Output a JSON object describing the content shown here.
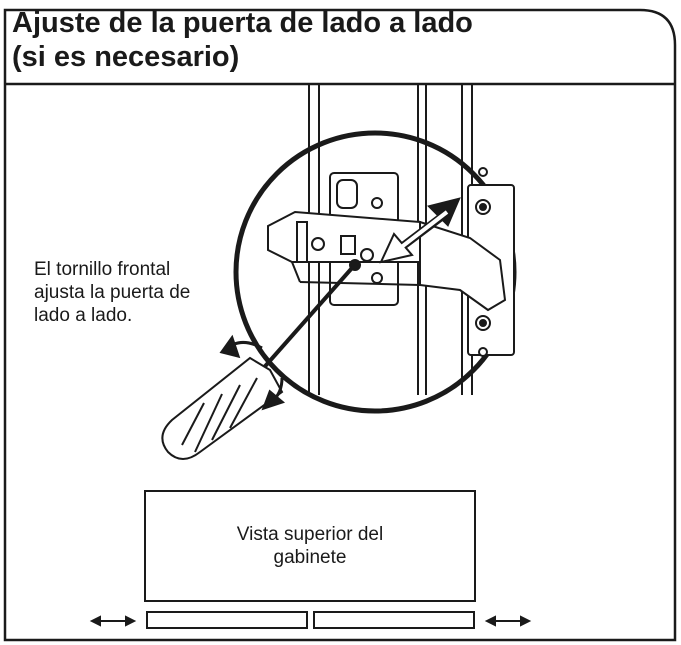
{
  "header": {
    "title_line1": "Ajuste de la puerta de lado a lado",
    "title_line2": "(si es necesario)"
  },
  "callout": {
    "line1": "El tornillo frontal",
    "line2": "ajusta la puerta de",
    "line3": "lado a lado."
  },
  "cabinet": {
    "label_line1": "Vista superior del",
    "label_line2": "gabinete"
  },
  "icons": [
    "screwdriver-icon",
    "rotation-arrow-icon",
    "double-arrow-icon",
    "hinge-illustration"
  ]
}
